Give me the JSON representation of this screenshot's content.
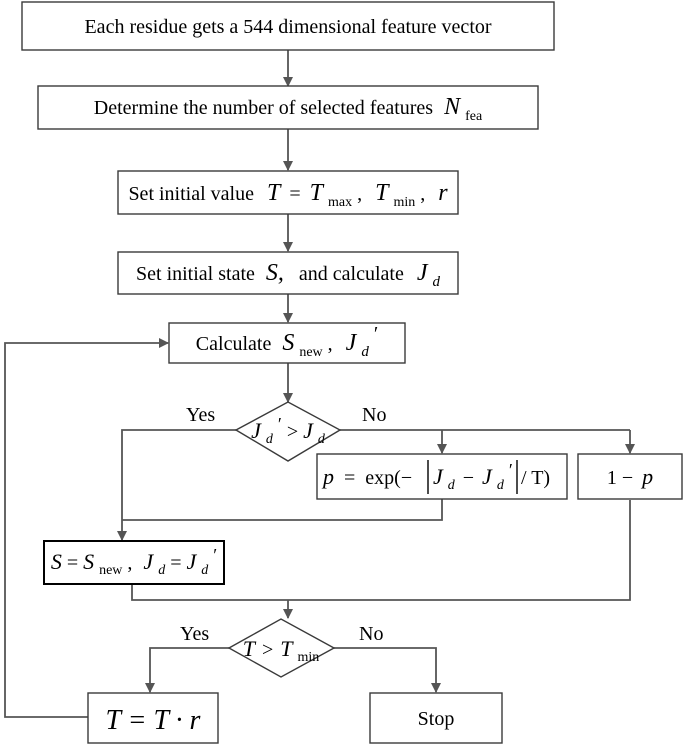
{
  "nodes": {
    "start": {
      "text": "Each residue gets a 544 dimensional feature vector"
    },
    "nfea": {
      "text": "Determine the number of selected features",
      "var": "N",
      "sub": "fea"
    },
    "init_value": {
      "text": "Set initial value",
      "t": "T",
      "eq": "=",
      "tmax_sub": "max",
      "tmin_sub": "min",
      "r": "r",
      "sep": ","
    },
    "init_state": {
      "text": "Set initial state",
      "s": "S,",
      "and": "and calculate",
      "j": "J",
      "jsub": "d"
    },
    "calc": {
      "text": "Calculate",
      "s": "S",
      "ssub": "new",
      "j": "J",
      "jsub": "d",
      "prime": "′",
      "sep": ","
    },
    "dec1": {
      "j": "J",
      "jsub": "d",
      "prime": "′",
      "op": ">"
    },
    "prob": {
      "p": "p",
      "eq": "=",
      "exp": "exp(−",
      "j": "J",
      "jsub": "d",
      "minus": "−",
      "prime": "′",
      "div": "/ T)"
    },
    "oneminus": {
      "text": "1 −",
      "p": "p"
    },
    "update": {
      "s": "S",
      "eq": "=",
      "snew_sub": "new",
      "j": "J",
      "jsub": "d",
      "prime": "′",
      "sep": ","
    },
    "dec2": {
      "t": "T",
      "op": ">",
      "tmin_sub": "min"
    },
    "cool": {
      "text": "T = T · r"
    },
    "stop": {
      "text": "Stop"
    }
  },
  "labels": {
    "yes1": "Yes",
    "no1": "No",
    "yes2": "Yes",
    "no2": "No"
  }
}
